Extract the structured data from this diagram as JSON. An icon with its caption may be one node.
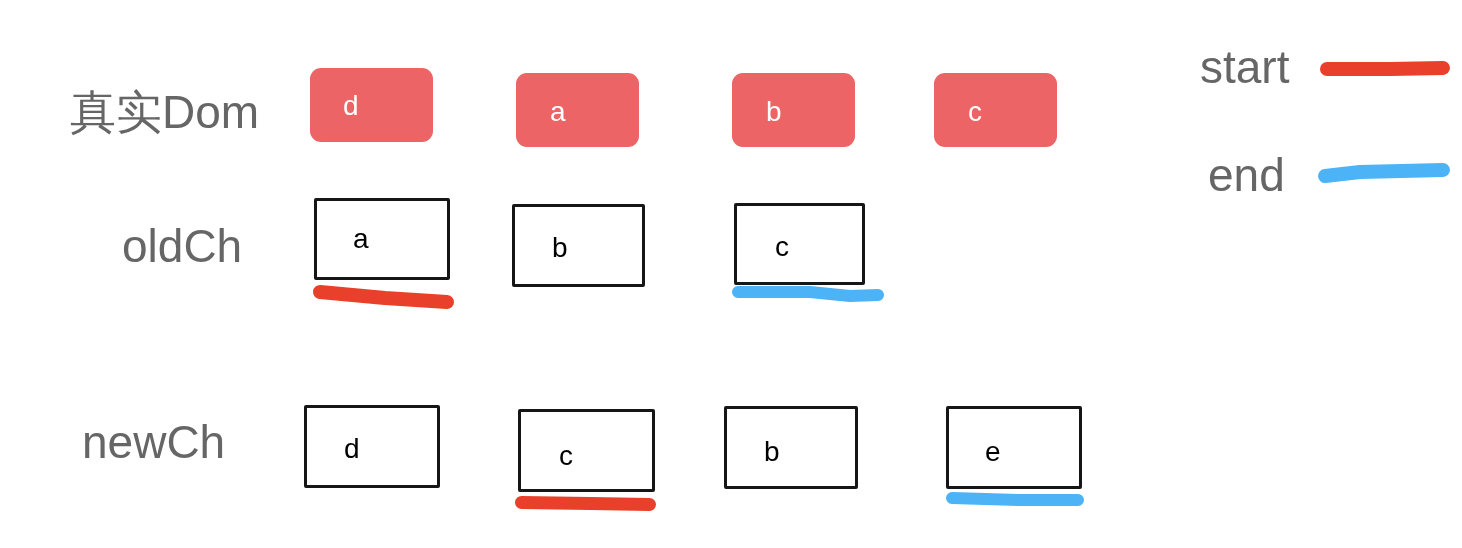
{
  "diagram": {
    "nodes": [
      {
        "text": [
          "d"
        ]
      },
      {
        "text": [
          "a"
        ]
      },
      {
        "text": [
          "b"
        ]
      },
      {
        "text": [
          "c"
        ]
      },
      {
        "text": [
          "a"
        ]
      },
      {
        "text": [
          "b"
        ]
      },
      {
        "text": [
          "c"
        ]
      },
      {
        "text": [
          "d"
        ]
      },
      {
        "text": [
          "c"
        ]
      },
      {
        "text": [
          "b"
        ]
      },
      {
        "text": [
          "e"
        ]
      }
    ],
    "labels": [
      "真实Dom",
      "oldCh",
      "newCh"
    ],
    "legend": [
      {
        "text": "start",
        "color": "#e8402a"
      },
      {
        "text": "end",
        "color": "#4cb3f7"
      }
    ]
  }
}
